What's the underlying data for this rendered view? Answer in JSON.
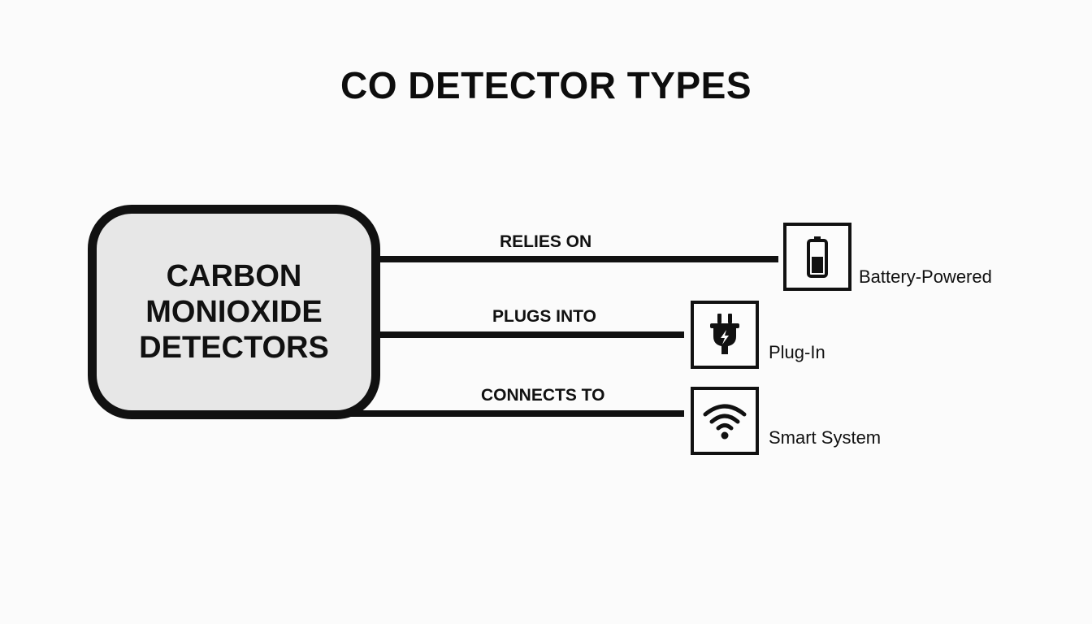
{
  "title": "CO DETECTOR TYPES",
  "center_node": {
    "lines": [
      "CARBON",
      "MONIOXIDE",
      "DETECTORS"
    ]
  },
  "branches": [
    {
      "relation": "RELIES ON",
      "type": "Battery-Powered",
      "icon": "battery-icon"
    },
    {
      "relation": "PLUGS INTO",
      "type": "Plug-In",
      "icon": "plug-icon"
    },
    {
      "relation": "CONNECTS TO",
      "type": "Smart System",
      "icon": "wifi-icon"
    }
  ],
  "colors": {
    "stroke": "#111111",
    "node_fill": "#e7e7e7",
    "background": "#fbfbfb"
  }
}
